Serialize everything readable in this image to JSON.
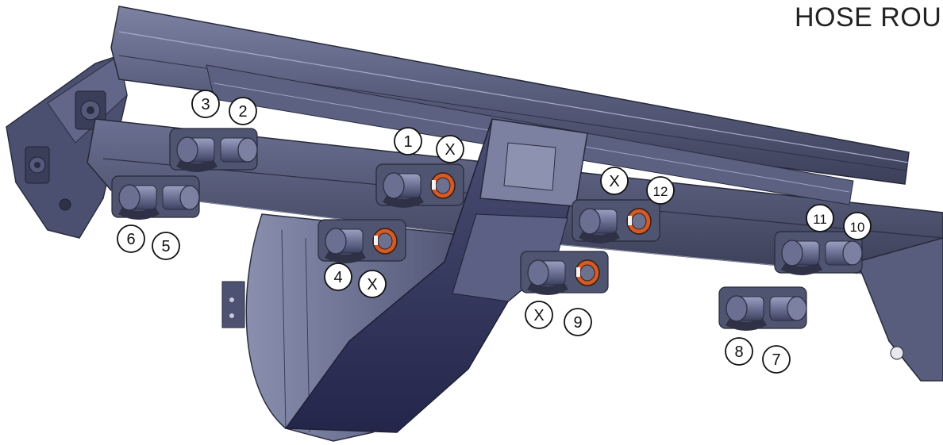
{
  "title": "HOSE ROU",
  "colors": {
    "body_dark": "#2f3247",
    "body_mid": "#4f5470",
    "body_light": "#7b80a0",
    "body_pale": "#a3a7c2",
    "rim_dark": "#5a5f7c",
    "port_orange": "#d45a28",
    "callout_bg": "#ffffff",
    "callout_ink": "#111111"
  },
  "callouts": [
    {
      "id": "c3",
      "label": "3"
    },
    {
      "id": "c2",
      "label": "2"
    },
    {
      "id": "c1",
      "label": "1"
    },
    {
      "id": "cx1",
      "label": "X"
    },
    {
      "id": "cx2",
      "label": "X"
    },
    {
      "id": "c12",
      "label": "12"
    },
    {
      "id": "c11",
      "label": "11"
    },
    {
      "id": "c10",
      "label": "10"
    },
    {
      "id": "c6",
      "label": "6"
    },
    {
      "id": "c5",
      "label": "5"
    },
    {
      "id": "c4",
      "label": "4"
    },
    {
      "id": "cx3",
      "label": "X"
    },
    {
      "id": "cx4",
      "label": "X"
    },
    {
      "id": "c9",
      "label": "9"
    },
    {
      "id": "c8",
      "label": "8"
    },
    {
      "id": "c7",
      "label": "7"
    }
  ]
}
